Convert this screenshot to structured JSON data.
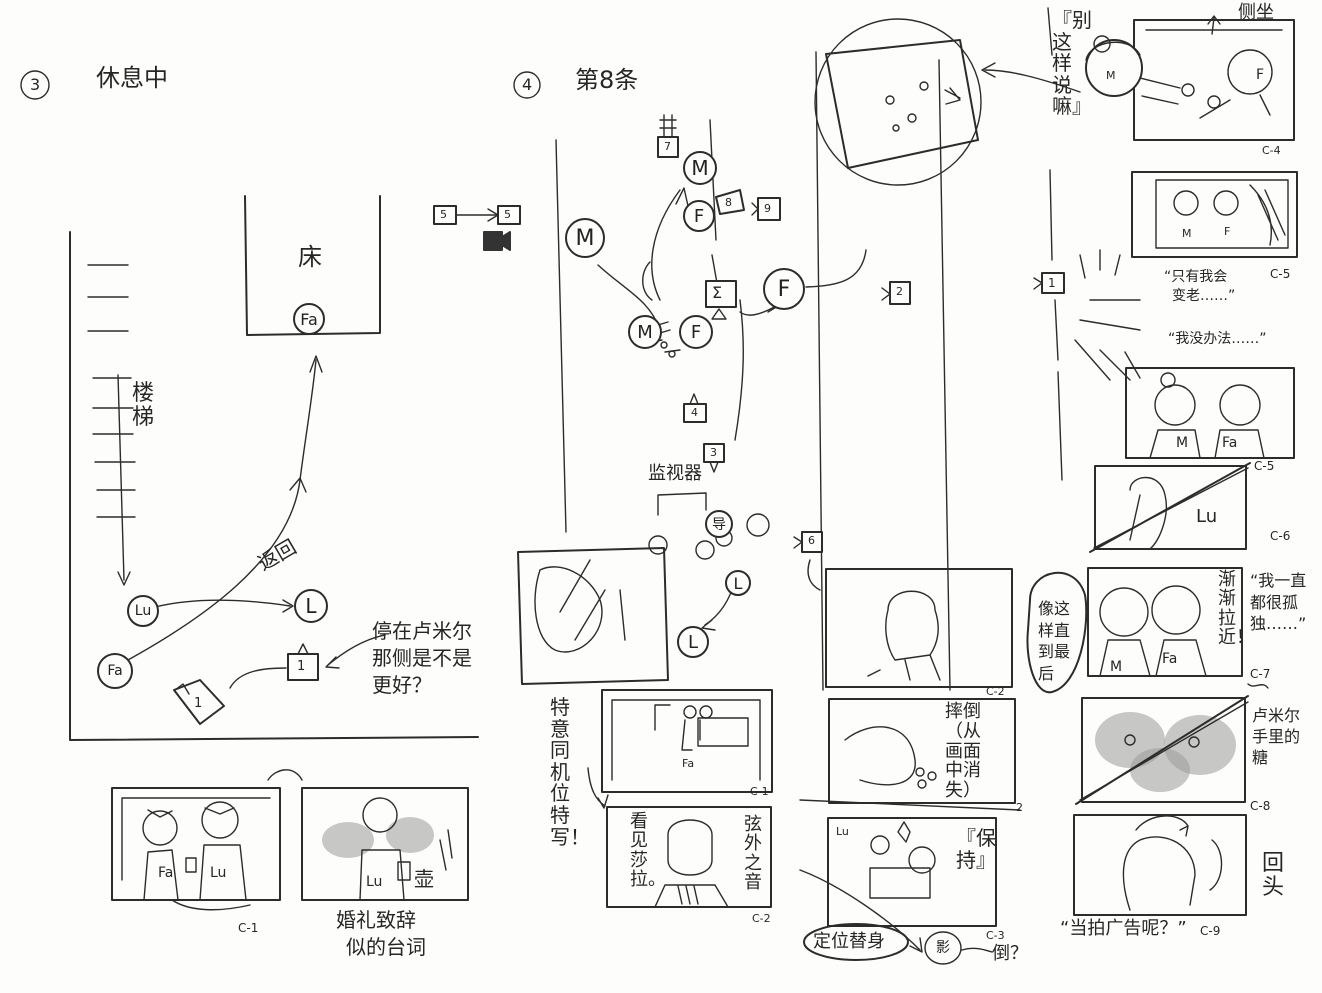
{
  "scene3": {
    "number": "3",
    "title": "休息中",
    "bed_label": "床",
    "stairs_label": "楼梯",
    "return_label": "返回",
    "note_lines": [
      "停在卢米尔",
      "那侧是不是",
      "更好？"
    ],
    "node_fa_bed": "Fa",
    "node_lu": "Lu",
    "node_fa": "Fa",
    "node_l": "L",
    "camera_1": "1",
    "camera_1b": "1",
    "cut_c1_left_labels": [
      "Fa",
      "Lu"
    ],
    "cut_c1_right_label": "Lu",
    "cut_c1_right_mark": "壶",
    "cut_id_c1": "C-1",
    "caption_lines": [
      "婚礼致辞",
      "似的台词"
    ]
  },
  "scene4": {
    "number": "4",
    "title": "第8条",
    "camera_numbers": [
      "5",
      "5",
      "7",
      "8",
      "9",
      "2",
      "4",
      "3",
      "6"
    ],
    "nodes": {
      "m_top": "M",
      "f_top": "F",
      "m_left": "M",
      "m_mid": "M",
      "f_mid": "F",
      "f_right": "F",
      "lower": "L",
      "guide": "导",
      "l_bottom": "L"
    },
    "monitor_label": "监视器",
    "camera_note": "特意同机位特写！",
    "cut_c1_label": "Fa",
    "cut_id_c1": "C-1",
    "cut_c2_left": "看见莎拉。",
    "cut_c2_right": "弦外之音",
    "cut_id_c2": "C-2"
  },
  "middle_column": {
    "cut_id_c2": "C-2",
    "fall_note": "摔倒（从画面中消失）",
    "cut_id_2": "2",
    "keep_note": "『保持』",
    "lu_label": "Lu",
    "cut_id_c3": "C-3",
    "double_label": "定位替身",
    "double_bubble": "影",
    "fall_question": "倒？"
  },
  "right_column": {
    "side_sit": "侧坐",
    "quote_vertical": "『别这样说嘛』",
    "cut_c4_labels": [
      "M",
      "F"
    ],
    "cut_id_c4": "C-4",
    "cut_c5_labels": [
      "M",
      "F"
    ],
    "camera_1": "1",
    "quote_only_me": [
      "“只有我会",
      "变老……”"
    ],
    "cut_id_c5a": "C-5",
    "quote_no_way": "“我没办法……”",
    "cut_c5b_labels": [
      "M",
      "Fa"
    ],
    "cut_id_c5b": "C-5",
    "cut_c6_label": "Lu",
    "cut_id_c6": "C-6",
    "bubble_lines": [
      "像这样直",
      "到最后"
    ],
    "zoom_in": "渐渐拉近！",
    "quote_lonely": [
      "“我一直",
      "都很孤",
      "独……”"
    ],
    "cut_c7_labels": [
      "M",
      "Fa"
    ],
    "cut_id_c7": "C-7",
    "candy_note": "卢米尔手里的糖",
    "cut_id_c8": "C-8",
    "turn_head": "回头",
    "quote_ad": "“当拍广告呢？”",
    "cut_id_c9": "C-9"
  }
}
